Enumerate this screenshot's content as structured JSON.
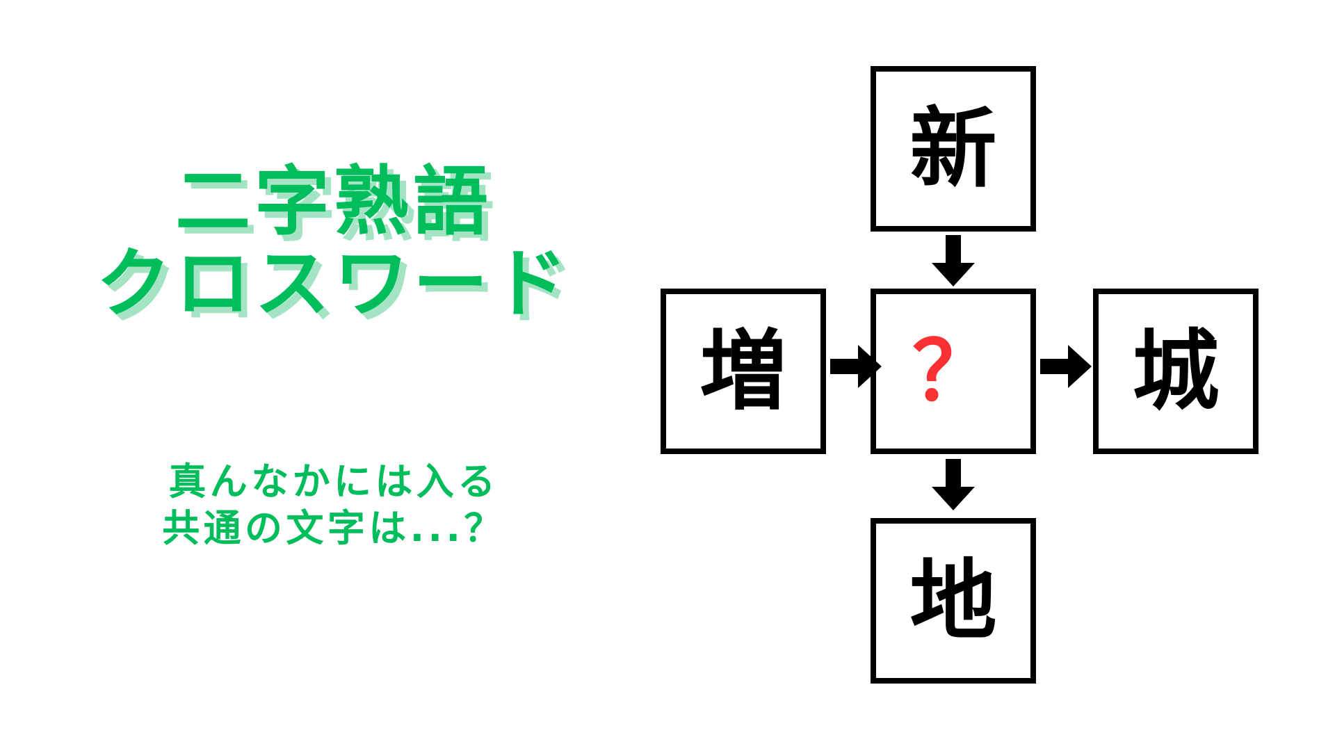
{
  "background_color": "#FFFFFF",
  "theme": {
    "accent_green": "#00BD5C",
    "accent_green_shadow": "#A4E4C5",
    "ink_black": "#000000",
    "highlight_red": "#FA3131"
  },
  "title": {
    "line1": "二字熟語",
    "line2": "クロスワード"
  },
  "subtitle": {
    "line1": "真んなかには入る",
    "line2": "共通の文字は...？"
  },
  "puzzle": {
    "cells": {
      "top": "新",
      "left": "増",
      "center": "？",
      "right": "城",
      "bottom": "地"
    },
    "arrows": [
      {
        "name": "arrow-down-top",
        "direction": "down"
      },
      {
        "name": "arrow-right-left",
        "direction": "right"
      },
      {
        "name": "arrow-right-mid",
        "direction": "right"
      },
      {
        "name": "arrow-down-bot",
        "direction": "down"
      }
    ]
  }
}
